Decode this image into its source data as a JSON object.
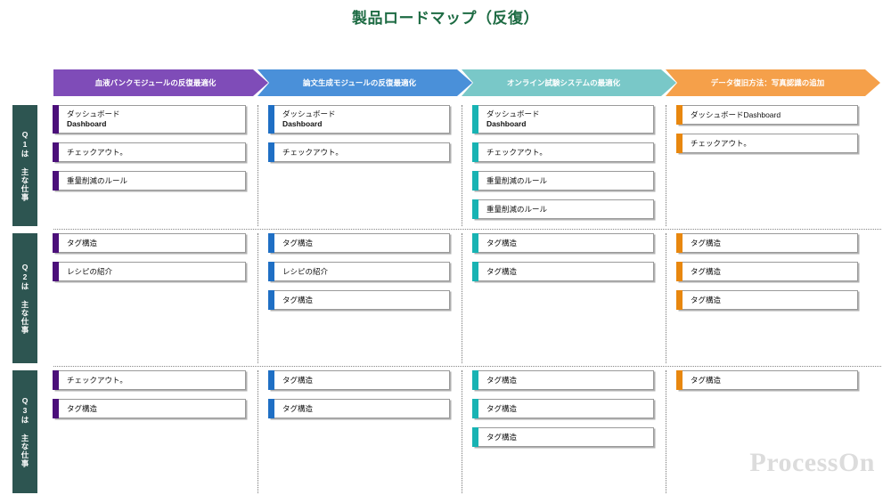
{
  "title": "製品ロードマップ（反復）",
  "title_color": "#1d6b43",
  "watermark": "ProcessOn",
  "columns": [
    {
      "label": "血液バンクモジュールの反復最適化",
      "header_color": "#7f4cb8",
      "bar_color": "#4b0f7a"
    },
    {
      "label": "論文生成モジュールの反復最適化",
      "header_color": "#4a90d9",
      "bar_color": "#1f6fc4"
    },
    {
      "label": "オンライン試験システムの最適化",
      "header_color": "#79c8c8",
      "bar_color": "#18b3b3"
    },
    {
      "label": "データ復旧方法：写真認識の追加",
      "header_color": "#f5a04a",
      "bar_color": "#e8870f"
    }
  ],
  "rows": [
    {
      "label": "Q1は 主な仕事",
      "label_color": "#2d5551",
      "cells": [
        [
          {
            "lines": [
              "ダッシュボード",
              "Dashboard"
            ]
          },
          {
            "lines": [
              "チェックアウト。"
            ]
          },
          {
            "lines": [
              "重量削減のルール"
            ]
          }
        ],
        [
          {
            "lines": [
              "ダッシュボード",
              "Dashboard"
            ]
          },
          {
            "lines": [
              "チェックアウト。"
            ]
          }
        ],
        [
          {
            "lines": [
              "ダッシュボード",
              "Dashboard"
            ]
          },
          {
            "lines": [
              "チェックアウト。"
            ]
          },
          {
            "lines": [
              "重量削減のルール"
            ]
          },
          {
            "lines": [
              "重量削減のルール"
            ]
          }
        ],
        [
          {
            "lines": [
              "ダッシュボードDashboard"
            ]
          },
          {
            "lines": [
              "チェックアウト。"
            ]
          }
        ]
      ]
    },
    {
      "label": "Q2は 主な仕事",
      "label_color": "#2d5551",
      "cells": [
        [
          {
            "lines": [
              "タグ構造"
            ]
          },
          {
            "lines": [
              "レシピの紹介"
            ]
          }
        ],
        [
          {
            "lines": [
              "タグ構造"
            ]
          },
          {
            "lines": [
              "レシピの紹介"
            ]
          },
          {
            "lines": [
              "タグ構造"
            ]
          }
        ],
        [
          {
            "lines": [
              "タグ構造"
            ]
          },
          {
            "lines": [
              "タグ構造"
            ]
          }
        ],
        [
          {
            "lines": [
              "タグ構造"
            ]
          },
          {
            "lines": [
              "タグ構造"
            ]
          },
          {
            "lines": [
              "タグ構造"
            ]
          }
        ]
      ]
    },
    {
      "label": "Q3は 主な仕事",
      "label_color": "#2d5551",
      "cells": [
        [
          {
            "lines": [
              "チェックアウト。"
            ]
          },
          {
            "lines": [
              "タグ構造"
            ]
          }
        ],
        [
          {
            "lines": [
              "タグ構造"
            ]
          },
          {
            "lines": [
              "タグ構造"
            ]
          }
        ],
        [
          {
            "lines": [
              "タグ構造"
            ]
          },
          {
            "lines": [
              "タグ構造"
            ]
          },
          {
            "lines": [
              "タグ構造"
            ]
          }
        ],
        [
          {
            "lines": [
              "タグ構造"
            ]
          }
        ]
      ]
    }
  ]
}
